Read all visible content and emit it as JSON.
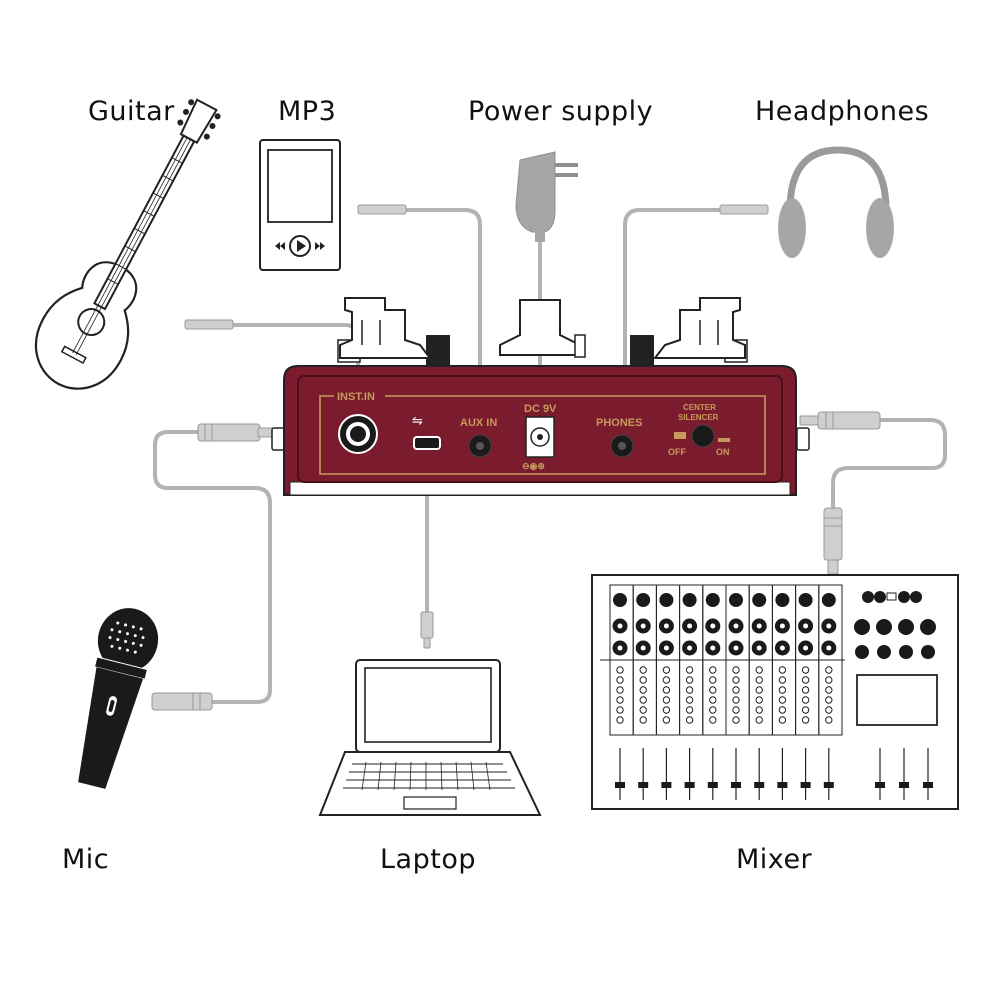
{
  "labels": {
    "guitar": "Guitar",
    "mp3": "MP3",
    "power_supply": "Power supply",
    "headphones": "Headphones",
    "mic": "Mic",
    "laptop": "Laptop",
    "mixer": "Mixer"
  },
  "panel": {
    "inst_in": "INST.IN",
    "aux_in": "AUX IN",
    "dc": "DC 9V",
    "phones": "PHONES",
    "center_silencer_1": "CENTER",
    "center_silencer_2": "SILENCER",
    "off": "OFF",
    "on": "ON",
    "polarity": "⊖◉⊕"
  },
  "colors": {
    "device_body": "#7a1b2e",
    "panel_trim": "#c79a5c",
    "cable": "#b3b3b3"
  }
}
